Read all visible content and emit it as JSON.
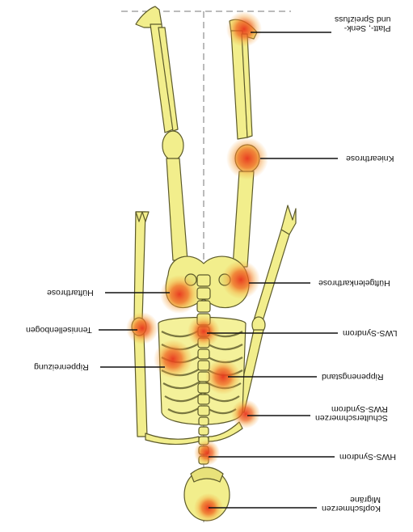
{
  "labels": {
    "platt": [
      "Platt-, Senk-",
      "und Spreizfuss"
    ],
    "kniearthrose": "Kniearthrose",
    "huftgelenkarthrose": "Hüftgelenkarthrose",
    "lws": "LWS-Syndrom",
    "rippenengstand": "Rippenengstand",
    "schulter": [
      "Schulterschmerzen",
      "RWS-Syndrom"
    ],
    "hws": "HWS-Syndrom",
    "kopf": [
      "Kopfschmerzen",
      "Migräne"
    ],
    "huftarthrose": "Hüftarthrose",
    "tennisellenbogen": "Tennisellenbogen",
    "rippenreizung": "Rippenreizung"
  },
  "colors": {
    "bone_fill": "#f2ee8c",
    "bone_stroke": "#5c5a2a",
    "pain_core": "#e8341c",
    "pain_glow": "#f5a23a",
    "leader": "#111111"
  }
}
